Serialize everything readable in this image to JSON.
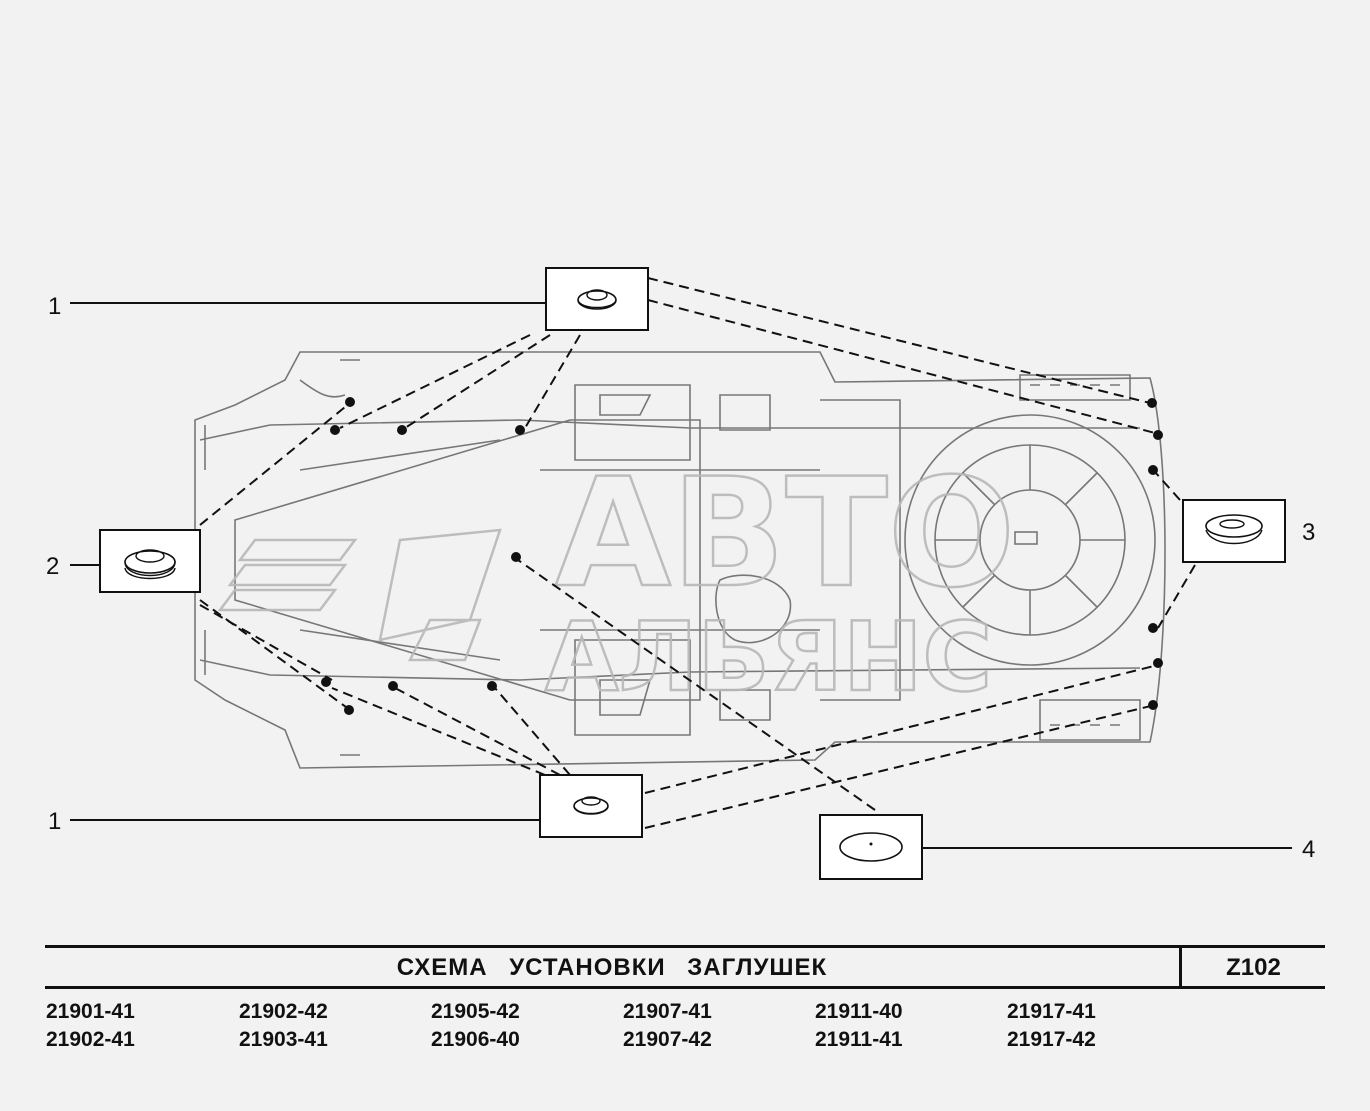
{
  "callouts": [
    {
      "number": "1",
      "name": "plug-small"
    },
    {
      "number": "2",
      "name": "plug-large"
    },
    {
      "number": "3",
      "name": "plug-medium"
    },
    {
      "number": "1",
      "name": "plug-small"
    },
    {
      "number": "4",
      "name": "plug-flat"
    }
  ],
  "watermark": {
    "line1": "АВТО",
    "line2": "АЛЬЯНС"
  },
  "title_block": {
    "title": "СХЕМА УСТАНОВКИ ЗАГЛУШЕК",
    "code": "Z102"
  },
  "models": [
    "21901-41",
    "21902-42",
    "21905-42",
    "21907-41",
    "21911-40",
    "21917-41",
    "21902-41",
    "21903-41",
    "21906-40",
    "21907-42",
    "21911-41",
    "21917-42"
  ]
}
